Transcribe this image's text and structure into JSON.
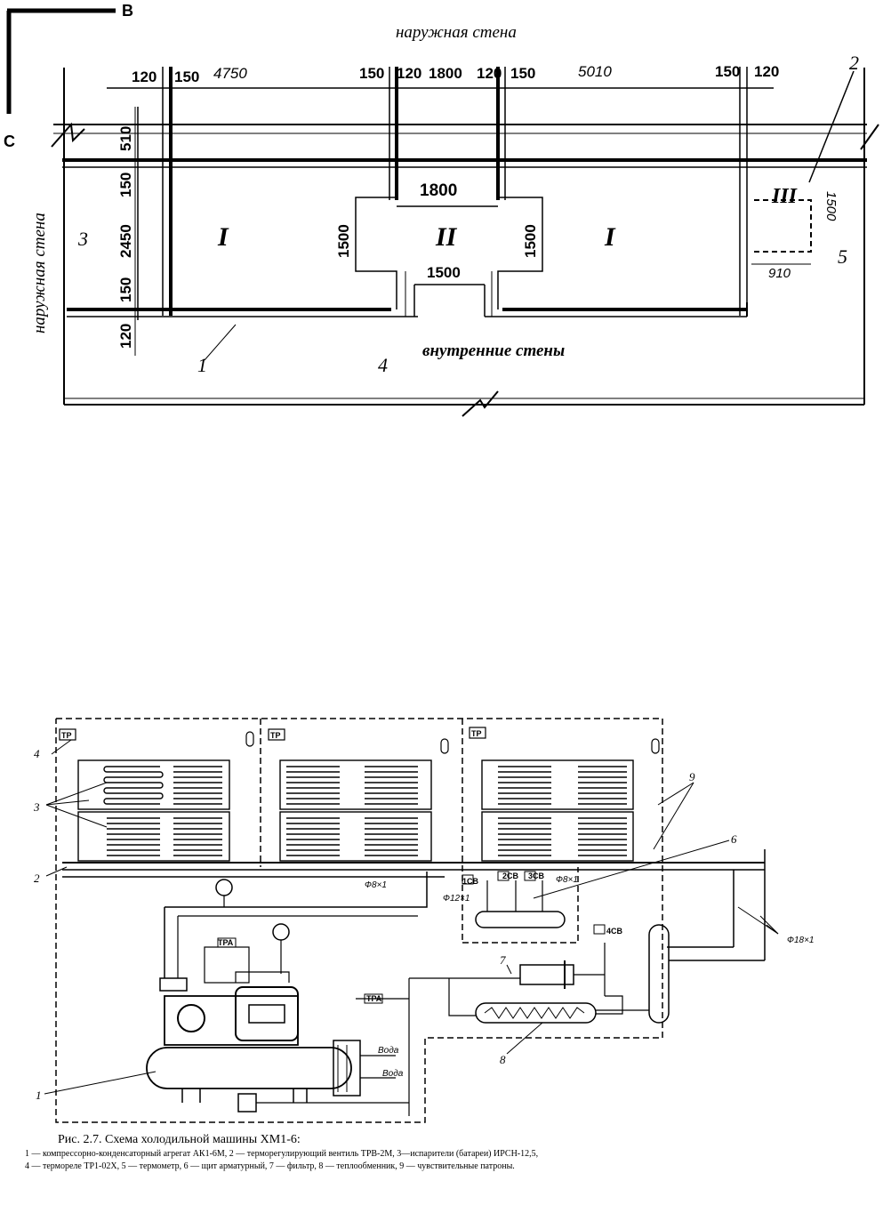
{
  "floor_plan": {
    "corner_b": "B",
    "corner_c": "C",
    "outer_wall_top": "наружная стена",
    "outer_wall_left": "наружная стена",
    "inner_walls": "внутренние стены",
    "top_dims": [
      "120",
      "150",
      "4750",
      "150",
      "120",
      "1800",
      "120",
      "150",
      "5010",
      "150",
      "120"
    ],
    "left_dims": [
      "510",
      "150",
      "2450",
      "150",
      "120"
    ],
    "dim_1800": "1800",
    "dim_1500_left": "1500",
    "dim_1500_right": "1500",
    "dim_1500_bottom": "1500",
    "dim_1500_room3": "1500",
    "dim_910": "910",
    "room_1_left": "I",
    "room_2": "II",
    "room_1_right": "I",
    "room_3": "III",
    "label_1": "1",
    "label_2": "2",
    "label_3": "3",
    "label_4": "4",
    "label_5": "5"
  },
  "refrigeration": {
    "tr_label": "ТР",
    "tra_label": "ТРА",
    "tra2_label": "ТРА",
    "sv_labels": [
      "1СВ",
      "2СВ",
      "3СВ"
    ],
    "sv4_label": "4СВ",
    "pipe_8": "Ф8×1",
    "pipe_8b": "Ф8×1",
    "pipe_12": "Ф12×1",
    "pipe_18": "Ф18×1",
    "water_in": "Вода",
    "water_out": "Вода",
    "callouts": [
      "1",
      "2",
      "3",
      "4",
      "6",
      "7",
      "8",
      "9"
    ]
  },
  "caption": {
    "title": "Рис. 2.7. Схема холодильной машины ХМ1-6:",
    "line1": "1 — компрессорно-конденсаторный агрегат АК1-6М, 2 — терморегулирующий вентиль ТРВ-2М, 3—испарители (батареи) ИРСН-12,5,",
    "line2": "4 — термореле ТР1-02Х, 5 — термометр, 6 — щит арматурный, 7 — фильтр, 8 — теплообменник, 9 — чувствительные патроны."
  }
}
